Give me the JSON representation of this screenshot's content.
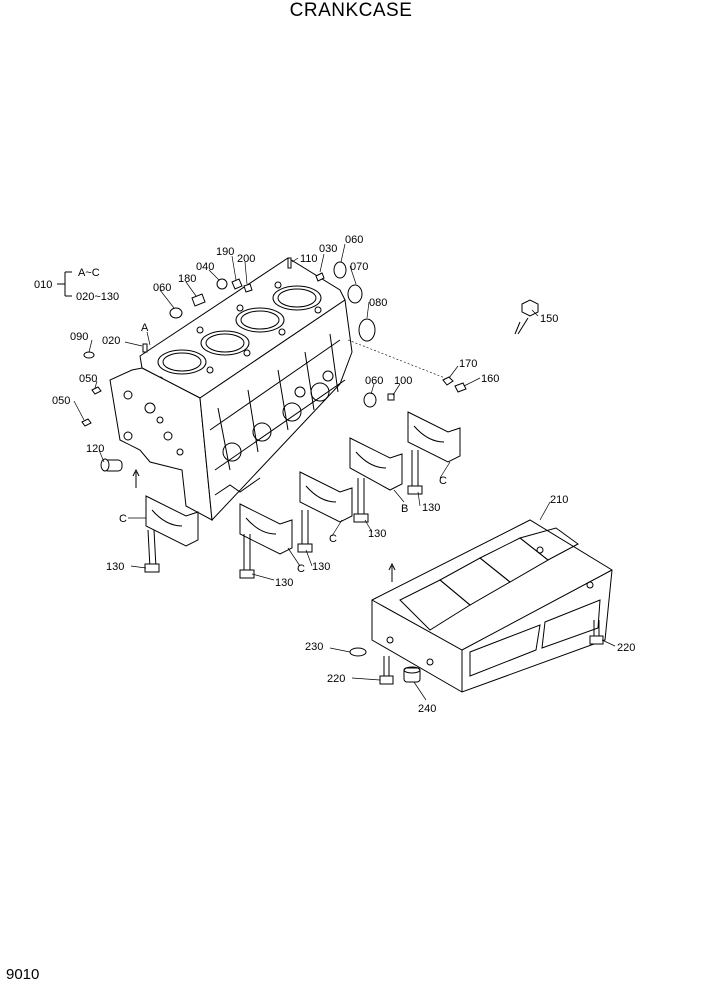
{
  "title": "CRANKCASE",
  "page_number": "9010",
  "group": {
    "number": "010",
    "range_1": "A~C",
    "range_2": "020~130"
  },
  "callouts": {
    "p020": "020",
    "p030": "030",
    "p040": "040",
    "p050a": "050",
    "p050b": "050",
    "p060a": "060",
    "p060b": "060",
    "p060c": "060",
    "p070": "070",
    "p080": "080",
    "p090": "090",
    "p100": "100",
    "p110": "110",
    "p120": "120",
    "p130a": "130",
    "p130b": "130",
    "p130c": "130",
    "p130d": "130",
    "p130e": "130",
    "p150": "150",
    "p160": "160",
    "p170": "170",
    "p180": "180",
    "p190": "190",
    "p200": "200",
    "p210": "210",
    "p220a": "220",
    "p220b": "220",
    "p230": "230",
    "p240": "240"
  },
  "letters": {
    "a": "A",
    "b": "B",
    "c1": "C",
    "c2": "C",
    "c3": "C",
    "c4": "C"
  }
}
